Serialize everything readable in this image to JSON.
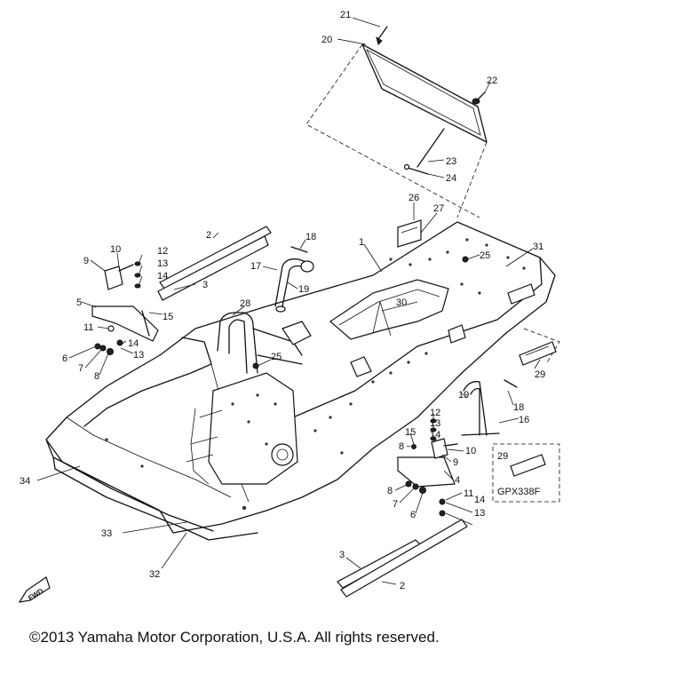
{
  "copyright": "©2013 Yamaha Motor Corporation, U.S.A. All rights reserved.",
  "fwd_mark": "FWD",
  "variant_box": {
    "part_number": "29",
    "label": "GPX338F"
  },
  "callouts": [
    {
      "id": "c21",
      "text": "21"
    },
    {
      "id": "c20",
      "text": "20"
    },
    {
      "id": "c22",
      "text": "22"
    },
    {
      "id": "c23",
      "text": "23"
    },
    {
      "id": "c24",
      "text": "24"
    },
    {
      "id": "c26",
      "text": "26"
    },
    {
      "id": "c27",
      "text": "27"
    },
    {
      "id": "c2a",
      "text": "2"
    },
    {
      "id": "c18a",
      "text": "18"
    },
    {
      "id": "c1",
      "text": "1"
    },
    {
      "id": "c31",
      "text": "31"
    },
    {
      "id": "c25a",
      "text": "25"
    },
    {
      "id": "c10a",
      "text": "10"
    },
    {
      "id": "c12a",
      "text": "12"
    },
    {
      "id": "c9a",
      "text": "9"
    },
    {
      "id": "c13a",
      "text": "13"
    },
    {
      "id": "c14a",
      "text": "14"
    },
    {
      "id": "c17",
      "text": "17"
    },
    {
      "id": "c19a",
      "text": "19"
    },
    {
      "id": "c3a",
      "text": "3"
    },
    {
      "id": "c5",
      "text": "5"
    },
    {
      "id": "c15a",
      "text": "15"
    },
    {
      "id": "c28",
      "text": "28"
    },
    {
      "id": "c30",
      "text": "30"
    },
    {
      "id": "c11a",
      "text": "11"
    },
    {
      "id": "c14b",
      "text": "14"
    },
    {
      "id": "c6a",
      "text": "6"
    },
    {
      "id": "c13b",
      "text": "13"
    },
    {
      "id": "c7a",
      "text": "7"
    },
    {
      "id": "c8a",
      "text": "8"
    },
    {
      "id": "c25b",
      "text": "25"
    },
    {
      "id": "c29a",
      "text": "29"
    },
    {
      "id": "c19b",
      "text": "19"
    },
    {
      "id": "c18b",
      "text": "18"
    },
    {
      "id": "c16",
      "text": "16"
    },
    {
      "id": "c12b",
      "text": "12"
    },
    {
      "id": "c13c",
      "text": "13"
    },
    {
      "id": "c15b",
      "text": "15"
    },
    {
      "id": "c14c",
      "text": "14"
    },
    {
      "id": "c8b",
      "text": "8"
    },
    {
      "id": "c10b",
      "text": "10"
    },
    {
      "id": "c9b",
      "text": "9"
    },
    {
      "id": "c4",
      "text": "4"
    },
    {
      "id": "c34",
      "text": "34"
    },
    {
      "id": "c8c",
      "text": "8"
    },
    {
      "id": "c11b",
      "text": "11"
    },
    {
      "id": "c7b",
      "text": "7"
    },
    {
      "id": "c6b",
      "text": "6"
    },
    {
      "id": "c14d",
      "text": "14"
    },
    {
      "id": "c13d",
      "text": "13"
    },
    {
      "id": "c33",
      "text": "33"
    },
    {
      "id": "c32",
      "text": "32"
    },
    {
      "id": "c3b",
      "text": "3"
    },
    {
      "id": "c2b",
      "text": "2"
    }
  ]
}
